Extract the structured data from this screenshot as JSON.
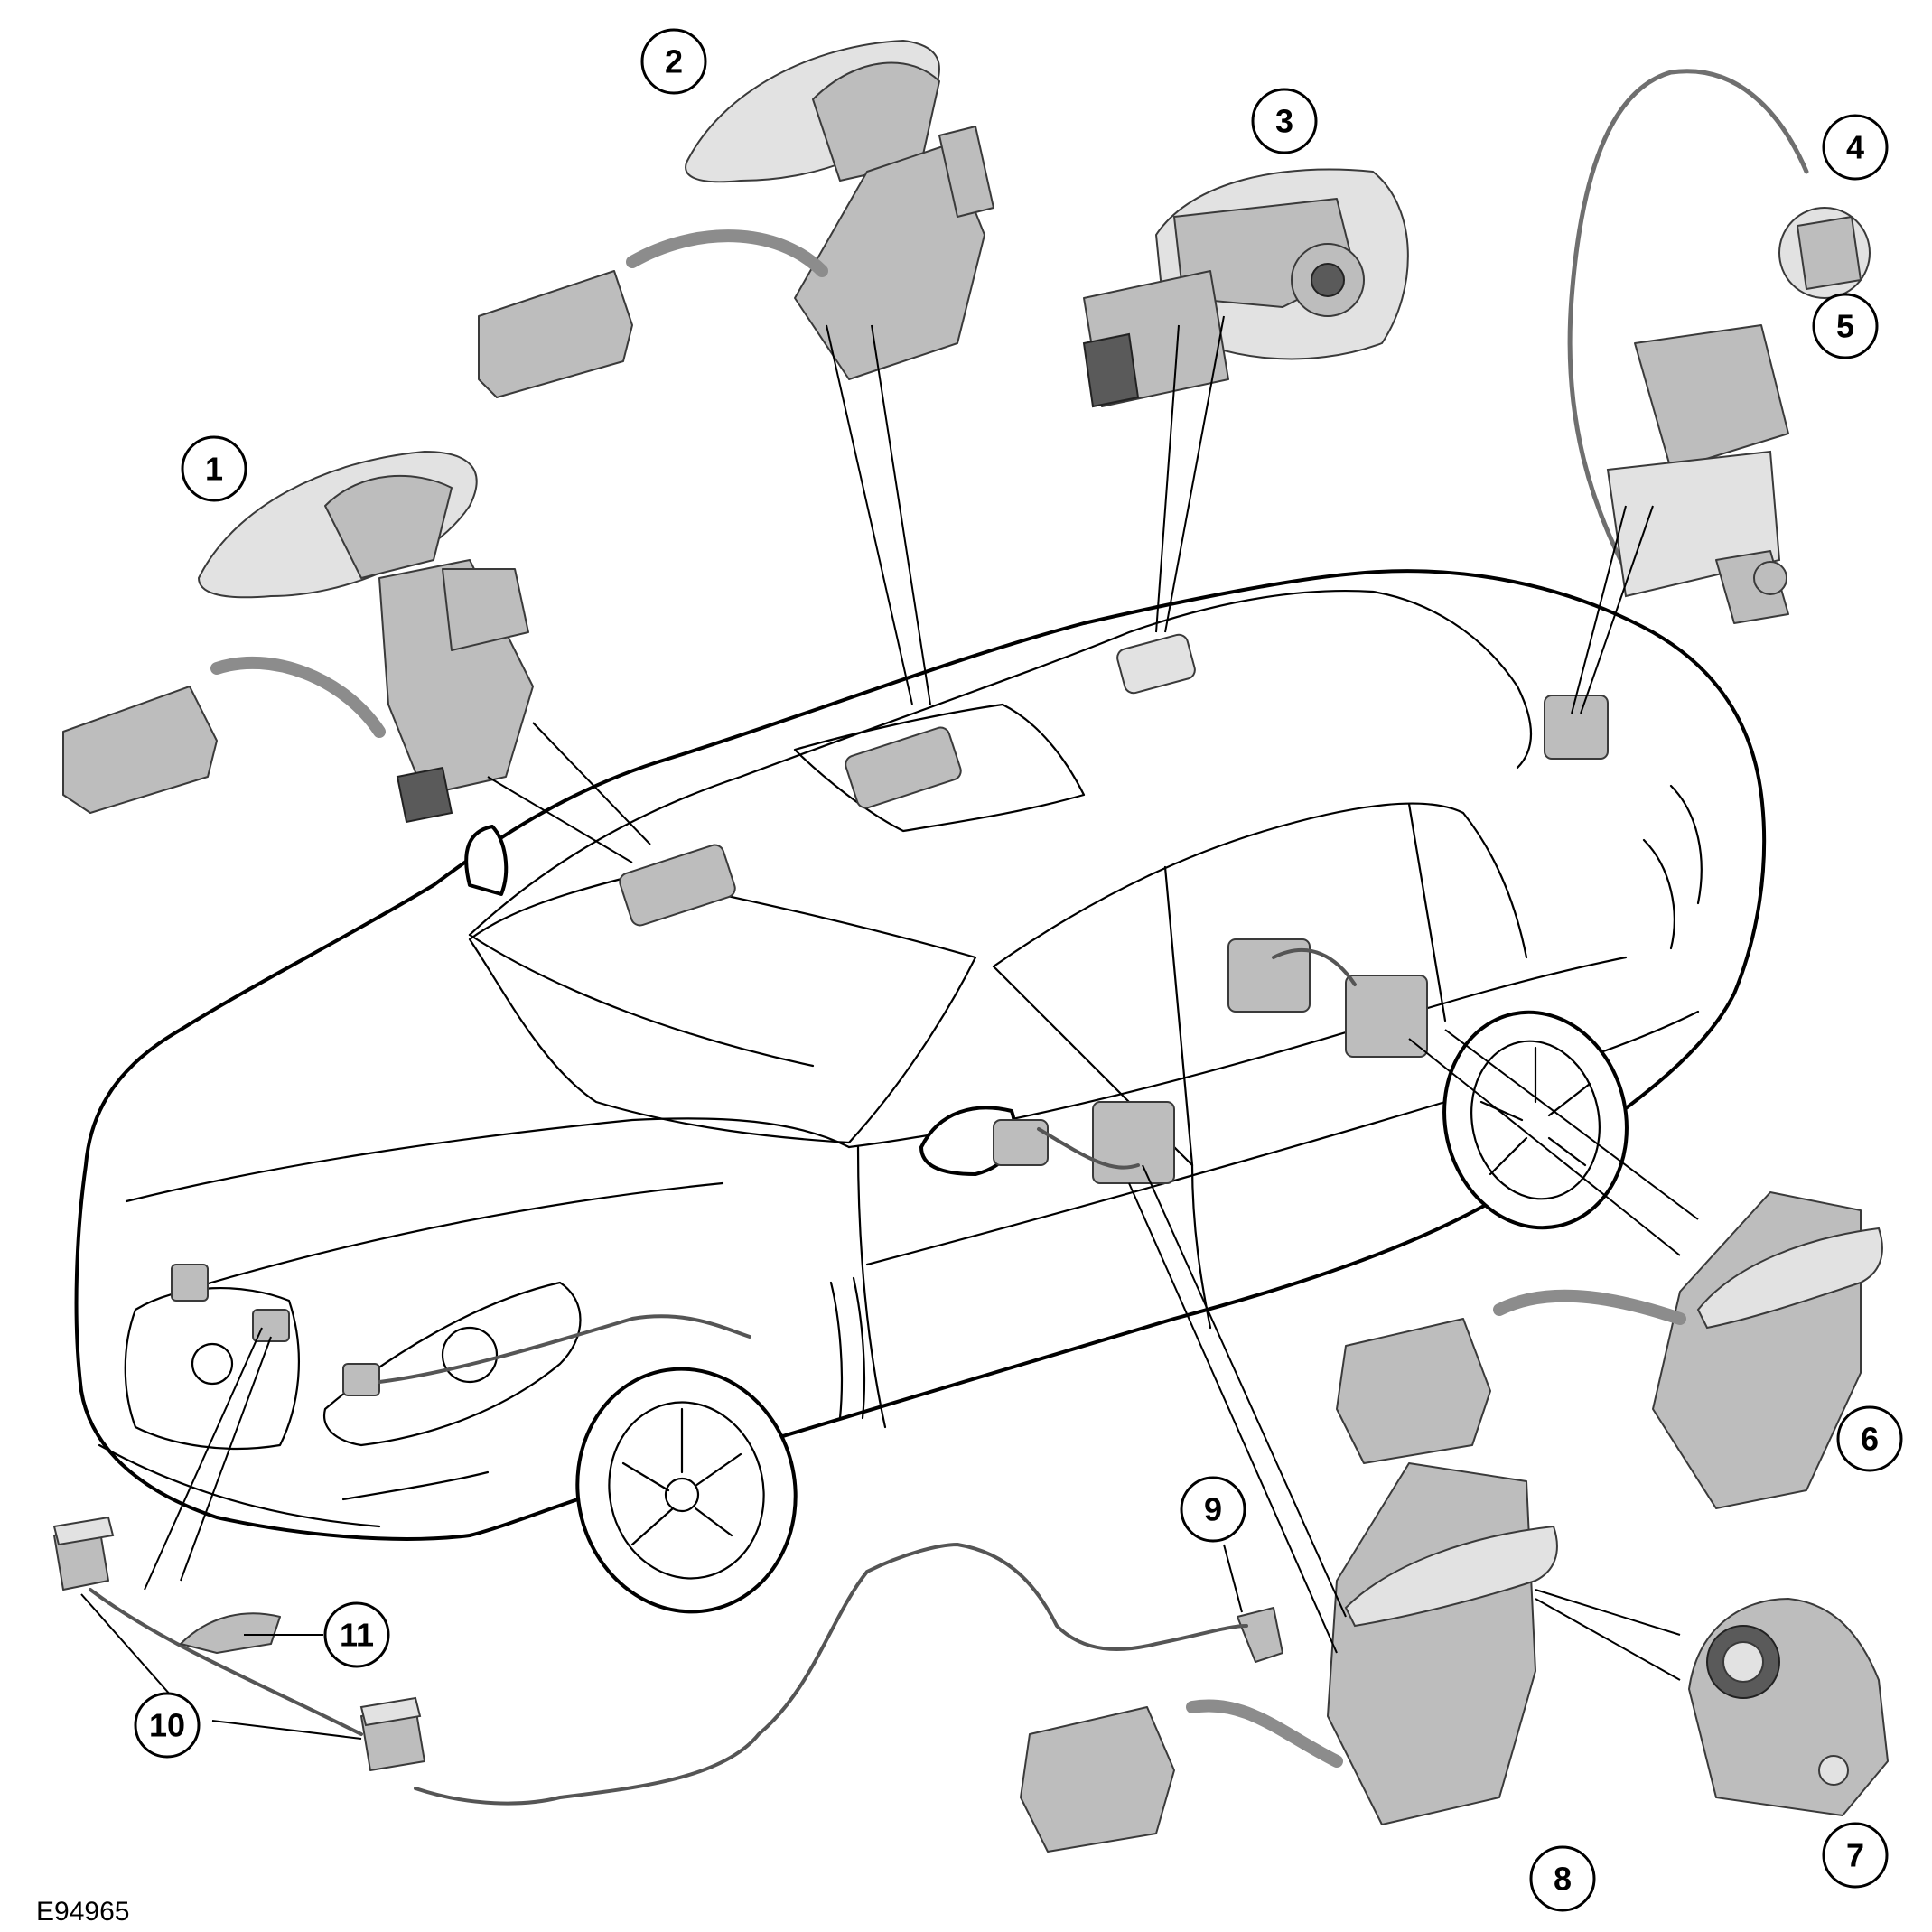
{
  "figure_code": "E94965",
  "callouts": [
    {
      "id": "1",
      "label": "1"
    },
    {
      "id": "2",
      "label": "2"
    },
    {
      "id": "3",
      "label": "3"
    },
    {
      "id": "4",
      "label": "4"
    },
    {
      "id": "5",
      "label": "5"
    },
    {
      "id": "6",
      "label": "6"
    },
    {
      "id": "7",
      "label": "7"
    },
    {
      "id": "8",
      "label": "8"
    },
    {
      "id": "9",
      "label": "9"
    },
    {
      "id": "10",
      "label": "10"
    },
    {
      "id": "11",
      "label": "11"
    }
  ]
}
